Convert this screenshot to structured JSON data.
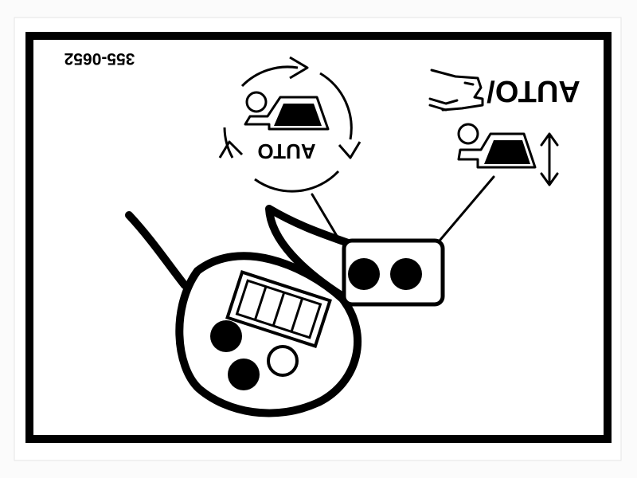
{
  "label": {
    "part_number": "355-0652",
    "auto_cycle_text": "AUTO",
    "auto_manual_text": "AUTO/"
  },
  "colors": {
    "ink": "#000000",
    "paper": "#ffffff",
    "outer_background": "#fbfbfb"
  },
  "icons": {
    "cycle_arrows": "circular-arrows-icon",
    "machine": "machine-icon",
    "hand": "hand-icon",
    "updown": "double-arrow-icon"
  }
}
